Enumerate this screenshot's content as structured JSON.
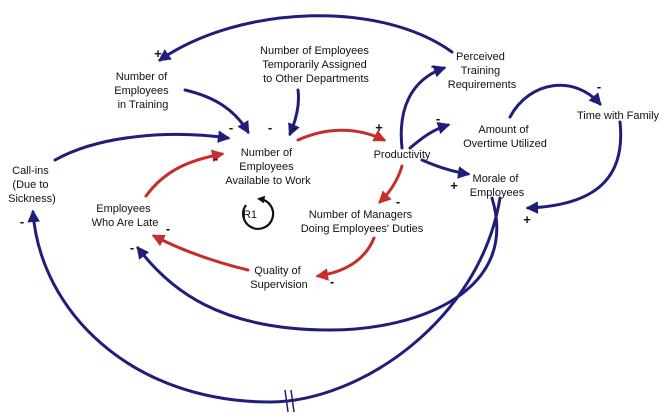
{
  "nodes": {
    "in_training": [
      "Number of",
      "Employees",
      "in Training"
    ],
    "temp_assigned": [
      "Number of Employees",
      "Temporarily Assigned",
      "to Other Departments"
    ],
    "perceived_training": [
      "Perceived",
      "Training",
      "Requirements"
    ],
    "time_family": [
      "Time with Family"
    ],
    "overtime": [
      "Amount of",
      "Overtime Utilized"
    ],
    "callins": [
      "Call-ins",
      "(Due to",
      "Sickness)"
    ],
    "available": [
      "Number of",
      "Employees",
      "Available to Work"
    ],
    "productivity": [
      "Productivity"
    ],
    "morale": [
      "Morale of",
      "Employees"
    ],
    "late": [
      "Employees",
      "Who Are Late"
    ],
    "managers": [
      "Number of Managers",
      "Doing Employees' Duties"
    ],
    "supervision": [
      "Quality of",
      "Supervision"
    ]
  },
  "loop_label": "R1",
  "signs": {
    "perceived_to_training": "+",
    "training_to_available": "-",
    "temp_to_available": "-",
    "callins_to_available": "-",
    "late_to_available": "-",
    "available_to_productivity": "+",
    "productivity_to_perceived": "-",
    "productivity_to_overtime": "-",
    "productivity_to_morale": "+",
    "overtime_to_family": "-",
    "family_to_morale": "+",
    "productivity_to_managers": "-",
    "managers_to_supervision": "-",
    "supervision_to_late": "-",
    "morale_to_late": "-",
    "morale_to_callins": "-"
  },
  "colors": {
    "positive_link": "#1f1f7a",
    "loop_link": "#c62d2d",
    "loop_icon": "#111111"
  }
}
